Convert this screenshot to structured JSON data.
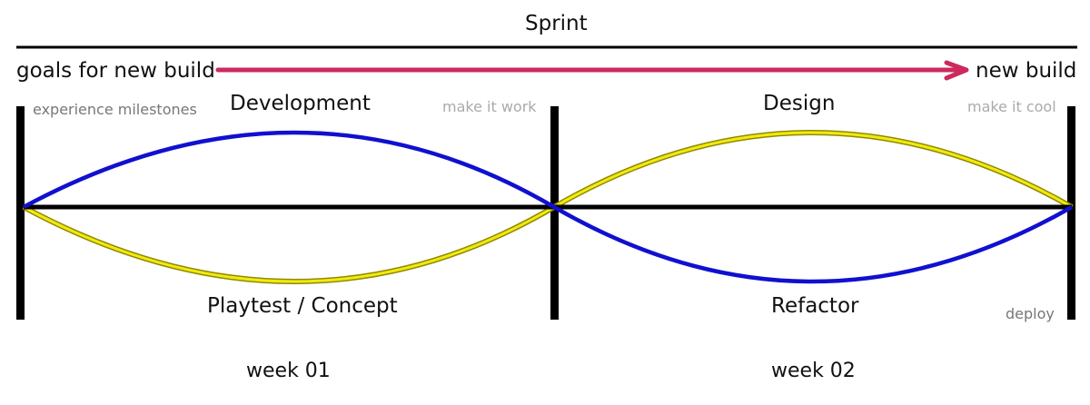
{
  "title": "Sprint",
  "start_label": "goals for new build",
  "end_label": "new build",
  "phases": {
    "development": "Development",
    "playtest": "Playtest / Concept",
    "design": "Design",
    "refactor": "Refactor"
  },
  "notes": {
    "milestones": "experience milestones",
    "make_it_work": "make it work",
    "make_it_cool": "make it cool",
    "deploy": "deploy"
  },
  "weeks": [
    "week 01",
    "week 02"
  ],
  "colors": {
    "line": "#000000",
    "arrow": "#cc2a5e",
    "blue_curve": "#1010d0",
    "yellow_curve": "#f2ea10",
    "yellow_outline": "#8f8a00",
    "note_dark": "#777777",
    "note_light": "#aaaaaa"
  }
}
